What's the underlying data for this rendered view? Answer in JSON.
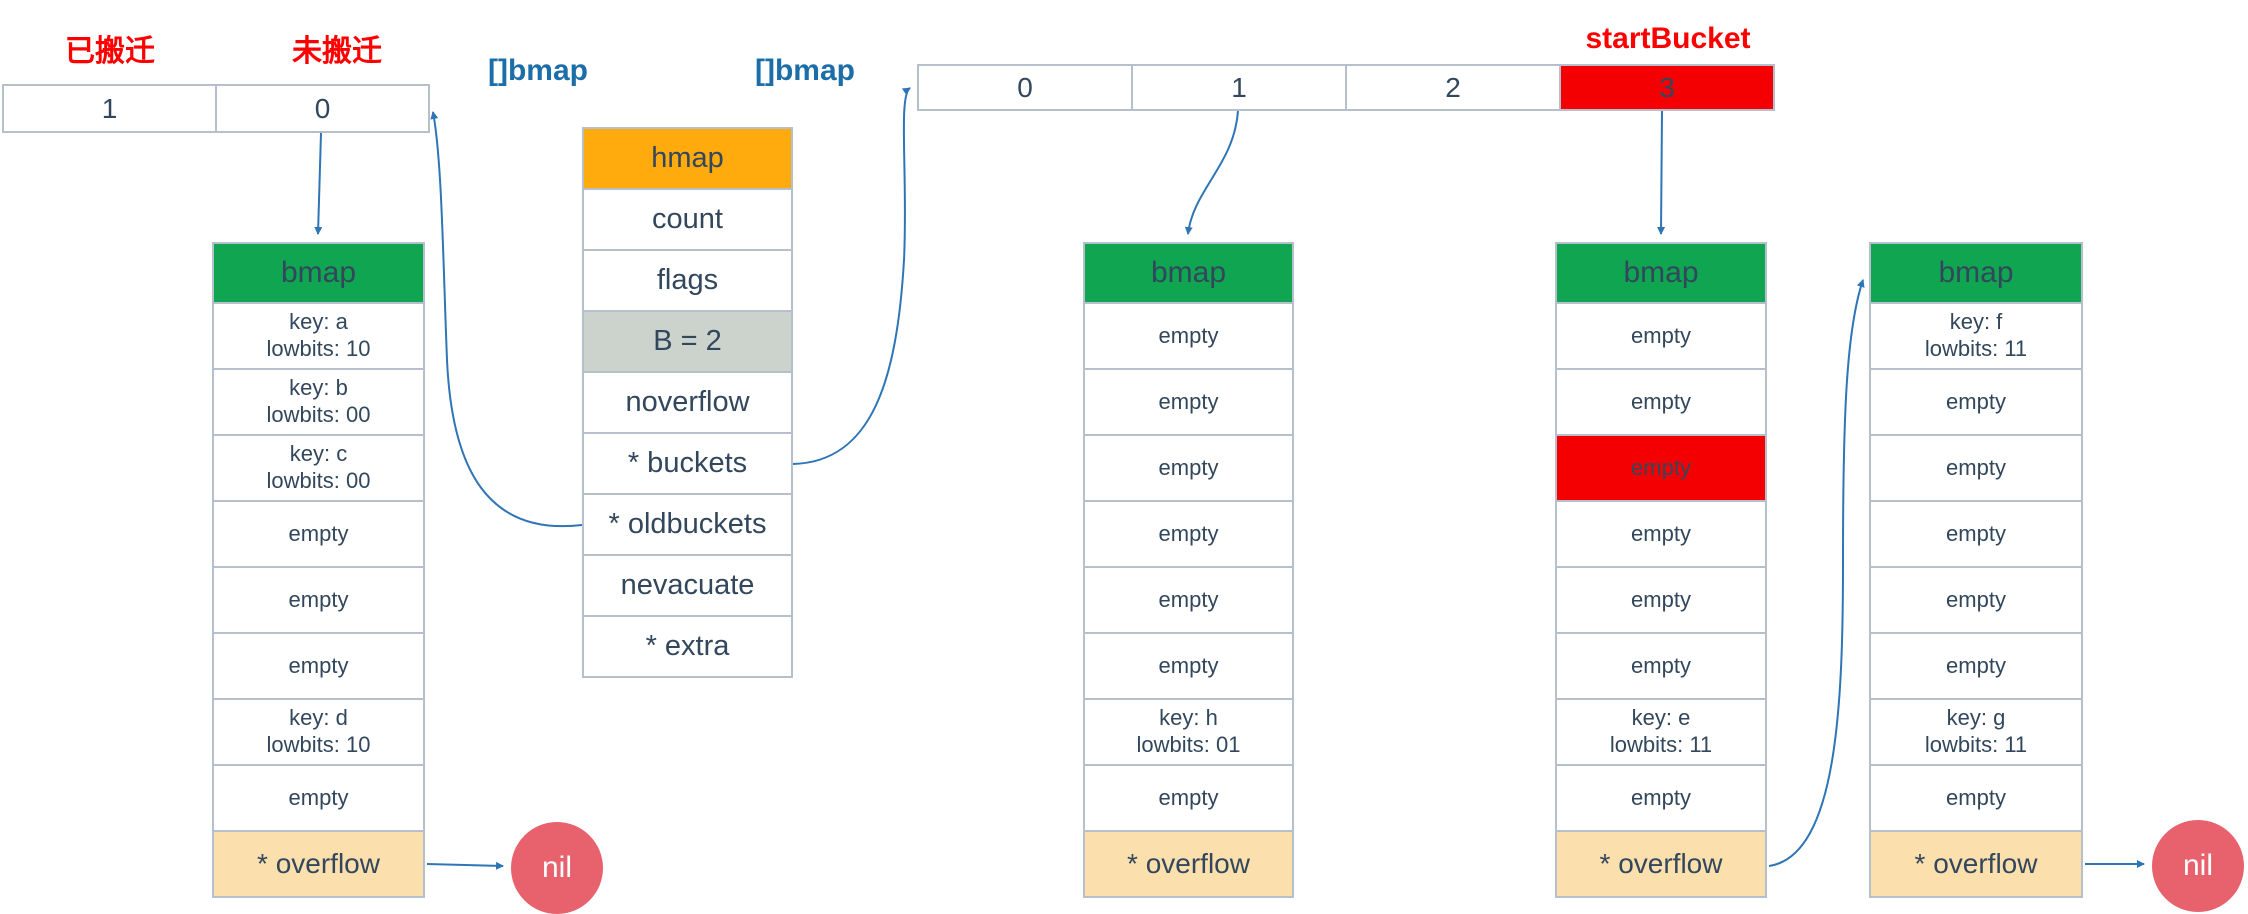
{
  "diagram": {
    "legend": {
      "evacuated_label": "已搬迁",
      "not_evacuated_label": "未搬迁"
    },
    "slice_labels": {
      "old": "[]bmap",
      "new": "[]bmap"
    },
    "start_bucket_label": "startBucket",
    "old_bucket_array": {
      "cells": [
        "1",
        "0"
      ]
    },
    "new_bucket_array": {
      "cells": [
        "0",
        "1",
        "2",
        "3"
      ],
      "highlighted_cell": "3"
    },
    "hmap": {
      "title": "hmap",
      "fields": [
        {
          "label": "count"
        },
        {
          "label": "flags"
        },
        {
          "label": "B = 2",
          "highlight": "gray"
        },
        {
          "label": "noverflow"
        },
        {
          "label": "* buckets"
        },
        {
          "label": "* oldbuckets"
        },
        {
          "label": "nevacuate"
        },
        {
          "label": "* extra"
        }
      ]
    },
    "buckets": [
      {
        "id": "old-bucket-0",
        "title": "bmap",
        "overflow_label": "* overflow",
        "overflow_points_to": "nil",
        "slots": [
          {
            "line1": "key: a",
            "line2": "lowbits: 10"
          },
          {
            "line1": "key: b",
            "line2": "lowbits: 00"
          },
          {
            "line1": "key: c",
            "line2": "lowbits: 00"
          },
          {
            "line1": "empty"
          },
          {
            "line1": "empty"
          },
          {
            "line1": "empty"
          },
          {
            "line1": "key: d",
            "line2": "lowbits: 10"
          },
          {
            "line1": "empty"
          }
        ]
      },
      {
        "id": "new-bucket-1",
        "title": "bmap",
        "overflow_label": "* overflow",
        "slots": [
          {
            "line1": "empty"
          },
          {
            "line1": "empty"
          },
          {
            "line1": "empty"
          },
          {
            "line1": "empty"
          },
          {
            "line1": "empty"
          },
          {
            "line1": "empty"
          },
          {
            "line1": "key: h",
            "line2": "lowbits: 01"
          },
          {
            "line1": "empty"
          }
        ]
      },
      {
        "id": "new-bucket-3",
        "title": "bmap",
        "overflow_label": "* overflow",
        "overflow_points_to": "overflow-bucket",
        "slots": [
          {
            "line1": "empty"
          },
          {
            "line1": "empty"
          },
          {
            "line1": "empty",
            "highlight": "red"
          },
          {
            "line1": "empty"
          },
          {
            "line1": "empty"
          },
          {
            "line1": "empty"
          },
          {
            "line1": "key: e",
            "line2": "lowbits: 11"
          },
          {
            "line1": "empty"
          }
        ]
      },
      {
        "id": "overflow-bucket",
        "title": "bmap",
        "overflow_label": "* overflow",
        "overflow_points_to": "nil",
        "slots": [
          {
            "line1": "key: f",
            "line2": "lowbits: 11"
          },
          {
            "line1": "empty"
          },
          {
            "line1": "empty"
          },
          {
            "line1": "empty"
          },
          {
            "line1": "empty"
          },
          {
            "line1": "empty"
          },
          {
            "line1": "key: g",
            "line2": "lowbits: 11"
          },
          {
            "line1": "empty"
          }
        ]
      }
    ],
    "nil_label": "nil",
    "colors": {
      "header_green": "#10A550",
      "hmap_orange": "#FFAB0D",
      "highlight_red": "#F50002",
      "overflow_peach": "#FBDFAD",
      "b_row_gray": "#CBD3CC",
      "nil_pink": "#E8626E",
      "arrow_blue": "#2E75B6",
      "label_blue": "#1C6EA8",
      "label_red": "#FF0000",
      "text_navy": "#32475C"
    }
  }
}
